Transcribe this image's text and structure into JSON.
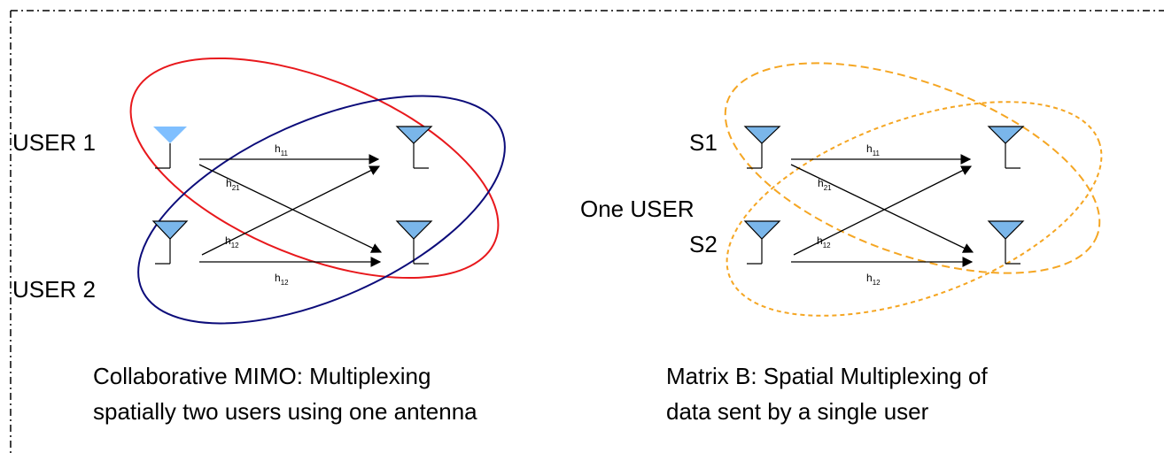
{
  "left": {
    "user1": "USER 1",
    "user2": "USER 2",
    "h11": {
      "base": "h",
      "sub": "11"
    },
    "h21": {
      "base": "h",
      "sub": "21"
    },
    "h12a": {
      "base": "h",
      "sub": "12"
    },
    "h12b": {
      "base": "h",
      "sub": "12"
    },
    "caption_line1": "Collaborative MIMO: Multiplexing",
    "caption_line2": "spatially two users using one antenna",
    "colors": {
      "ellipse_user1": "#e8181c",
      "ellipse_user2": "#0c0c7a",
      "antenna_user1": "#7fbfff"
    }
  },
  "right": {
    "s1": "S1",
    "s2": "S2",
    "one_user": "One USER",
    "h11": {
      "base": "h",
      "sub": "11"
    },
    "h21": {
      "base": "h",
      "sub": "21"
    },
    "h12a": {
      "base": "h",
      "sub": "12"
    },
    "h12b": {
      "base": "h",
      "sub": "12"
    },
    "caption_line1": "Matrix B: Spatial Multiplexing of",
    "caption_line2": "data sent by a single user",
    "colors": {
      "ellipse": "#f5a623"
    }
  },
  "colors": {
    "antenna": "#7ab6ea",
    "frame": "#000000"
  }
}
